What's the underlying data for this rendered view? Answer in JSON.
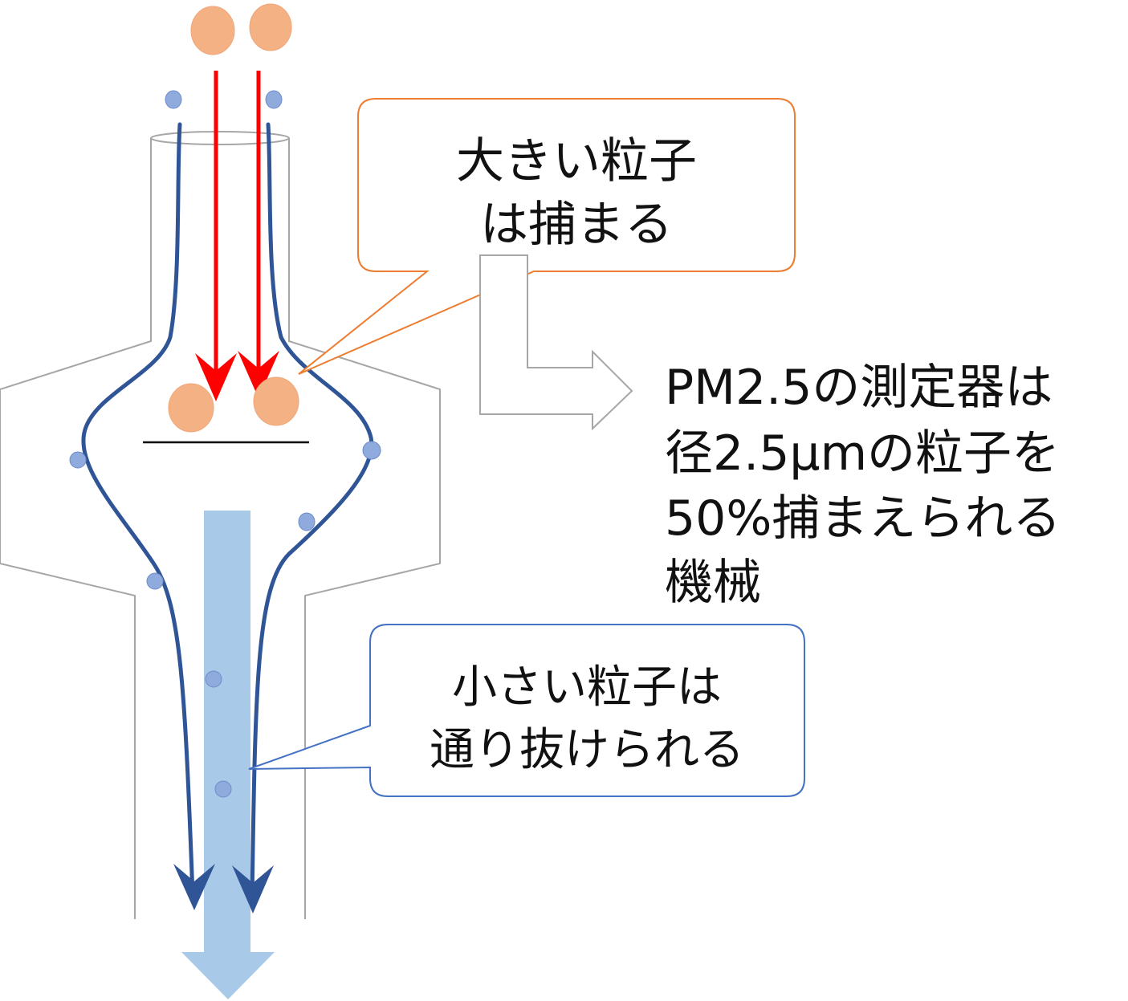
{
  "callouts": {
    "large": {
      "line1": "大きい粒子",
      "line2": "は捕まる"
    },
    "small": {
      "line1": "小さい粒子は",
      "line2": "通り抜けられる"
    }
  },
  "description": {
    "line1": "PM2.5の測定器は",
    "line2": "径2.5μmの粒子を",
    "line3": "50%捕まえられる",
    "line4": "機械"
  },
  "colors": {
    "large_particle": "#f4b183",
    "small_particle": "#8faadc",
    "airflow_line": "#2f5597",
    "large_trajectory": "#ff0000",
    "outflow_arrow": "#9dc3e6",
    "housing": "#a6a6a6",
    "large_callout_border": "#ed7d31",
    "small_callout_border": "#4472c4"
  }
}
